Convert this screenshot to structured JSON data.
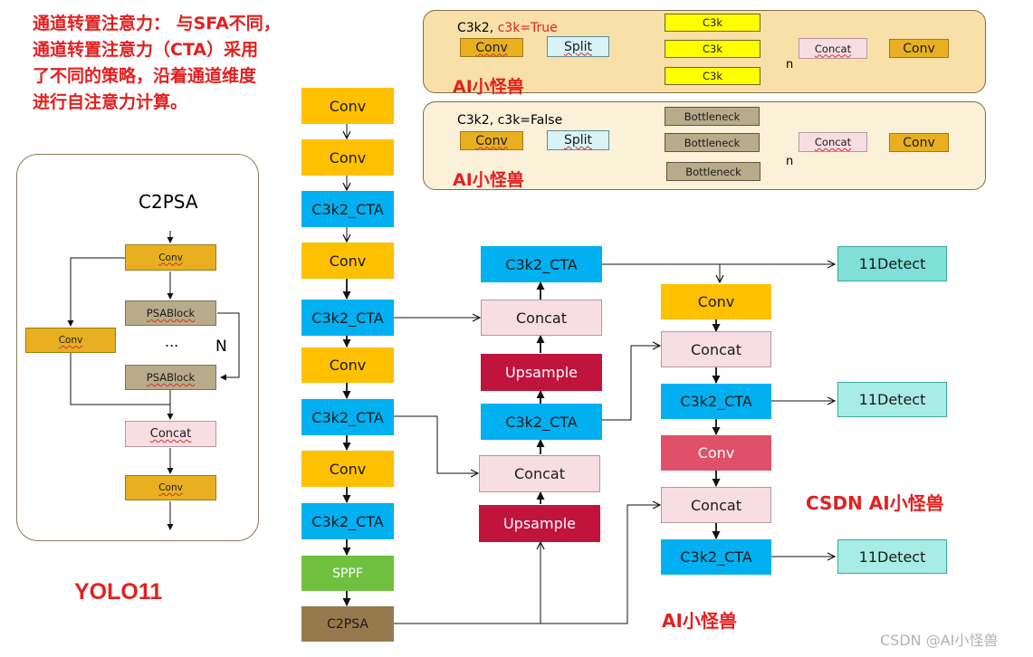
{
  "top_note": {
    "lines": [
      "通道转置注意力： 与SFA不同，",
      "通道转置注意力（CTA）采用",
      "了不同的策略，沿着通道维度",
      "进行自注意力计算。"
    ]
  },
  "c3k_true_panel": {
    "title_black": "C3k2, ",
    "title_red": "c3k=True",
    "conv1": "Conv",
    "split": "Split",
    "c3k_1": "C3k",
    "c3k_2": "C3k",
    "c3k_3": "C3k",
    "concat": "Concat",
    "conv2": "Conv",
    "n_label": "n",
    "watermark": "AI小怪兽"
  },
  "c3k_false_panel": {
    "title": "C3k2, c3k=False",
    "conv1": "Conv",
    "split": "Split",
    "bottleneck_1": "Bottleneck",
    "bottleneck_2": "Bottleneck",
    "bottleneck_3": "Bottleneck",
    "concat": "Concat",
    "conv2": "Conv",
    "n_label": "n",
    "watermark": "AI小怪兽"
  },
  "c2psa_panel": {
    "title": "C2PSA",
    "conv_top": "Conv",
    "psablock_1": "PSABlock",
    "ellipsis": "...",
    "n_label": "N",
    "psablock_2": "PSABlock",
    "side_conv": "Conv",
    "concat": "Concat",
    "conv_bottom": "Conv"
  },
  "backbone": {
    "nodes": [
      "Conv",
      "Conv",
      "C3k2_CTA",
      "Conv",
      "C3k2_CTA",
      "Conv",
      "C3k2_CTA",
      "Conv",
      "C3k2_CTA",
      "SPPF",
      "C2PSA"
    ]
  },
  "neck_mid": {
    "c3k2_top": "C3k2_CTA",
    "concat_1": "Concat",
    "upsample_1": "Upsample",
    "c3k2_mid": "C3k2_CTA",
    "concat_2": "Concat",
    "upsample_2": "Upsample"
  },
  "neck_right": {
    "conv_1": "Conv",
    "concat_1": "Concat",
    "c3k2_1": "C3k2_CTA",
    "conv_2": "Conv",
    "concat_2": "Concat",
    "c3k2_2": "C3k2_CTA"
  },
  "detect": {
    "d1": "11Detect",
    "d2": "11Detect",
    "d3": "11Detect"
  },
  "labels": {
    "yolo": "YOLO11",
    "csdn_brand": "CSDN AI小怪兽",
    "ai_mark": "AI小怪兽",
    "footer_watermark": "CSDN @AI小怪兽"
  },
  "colors": {
    "conv": "#ffc000",
    "c3k2_cta": "#00b0f0",
    "concat": "#f8dde3",
    "upsample": "#c0143c",
    "sppf": "#70c040",
    "c2psa": "#967a4e",
    "detect": "#7fe0d8",
    "accent_red": "#e32020",
    "panel_bg": "#f8e0a8"
  }
}
